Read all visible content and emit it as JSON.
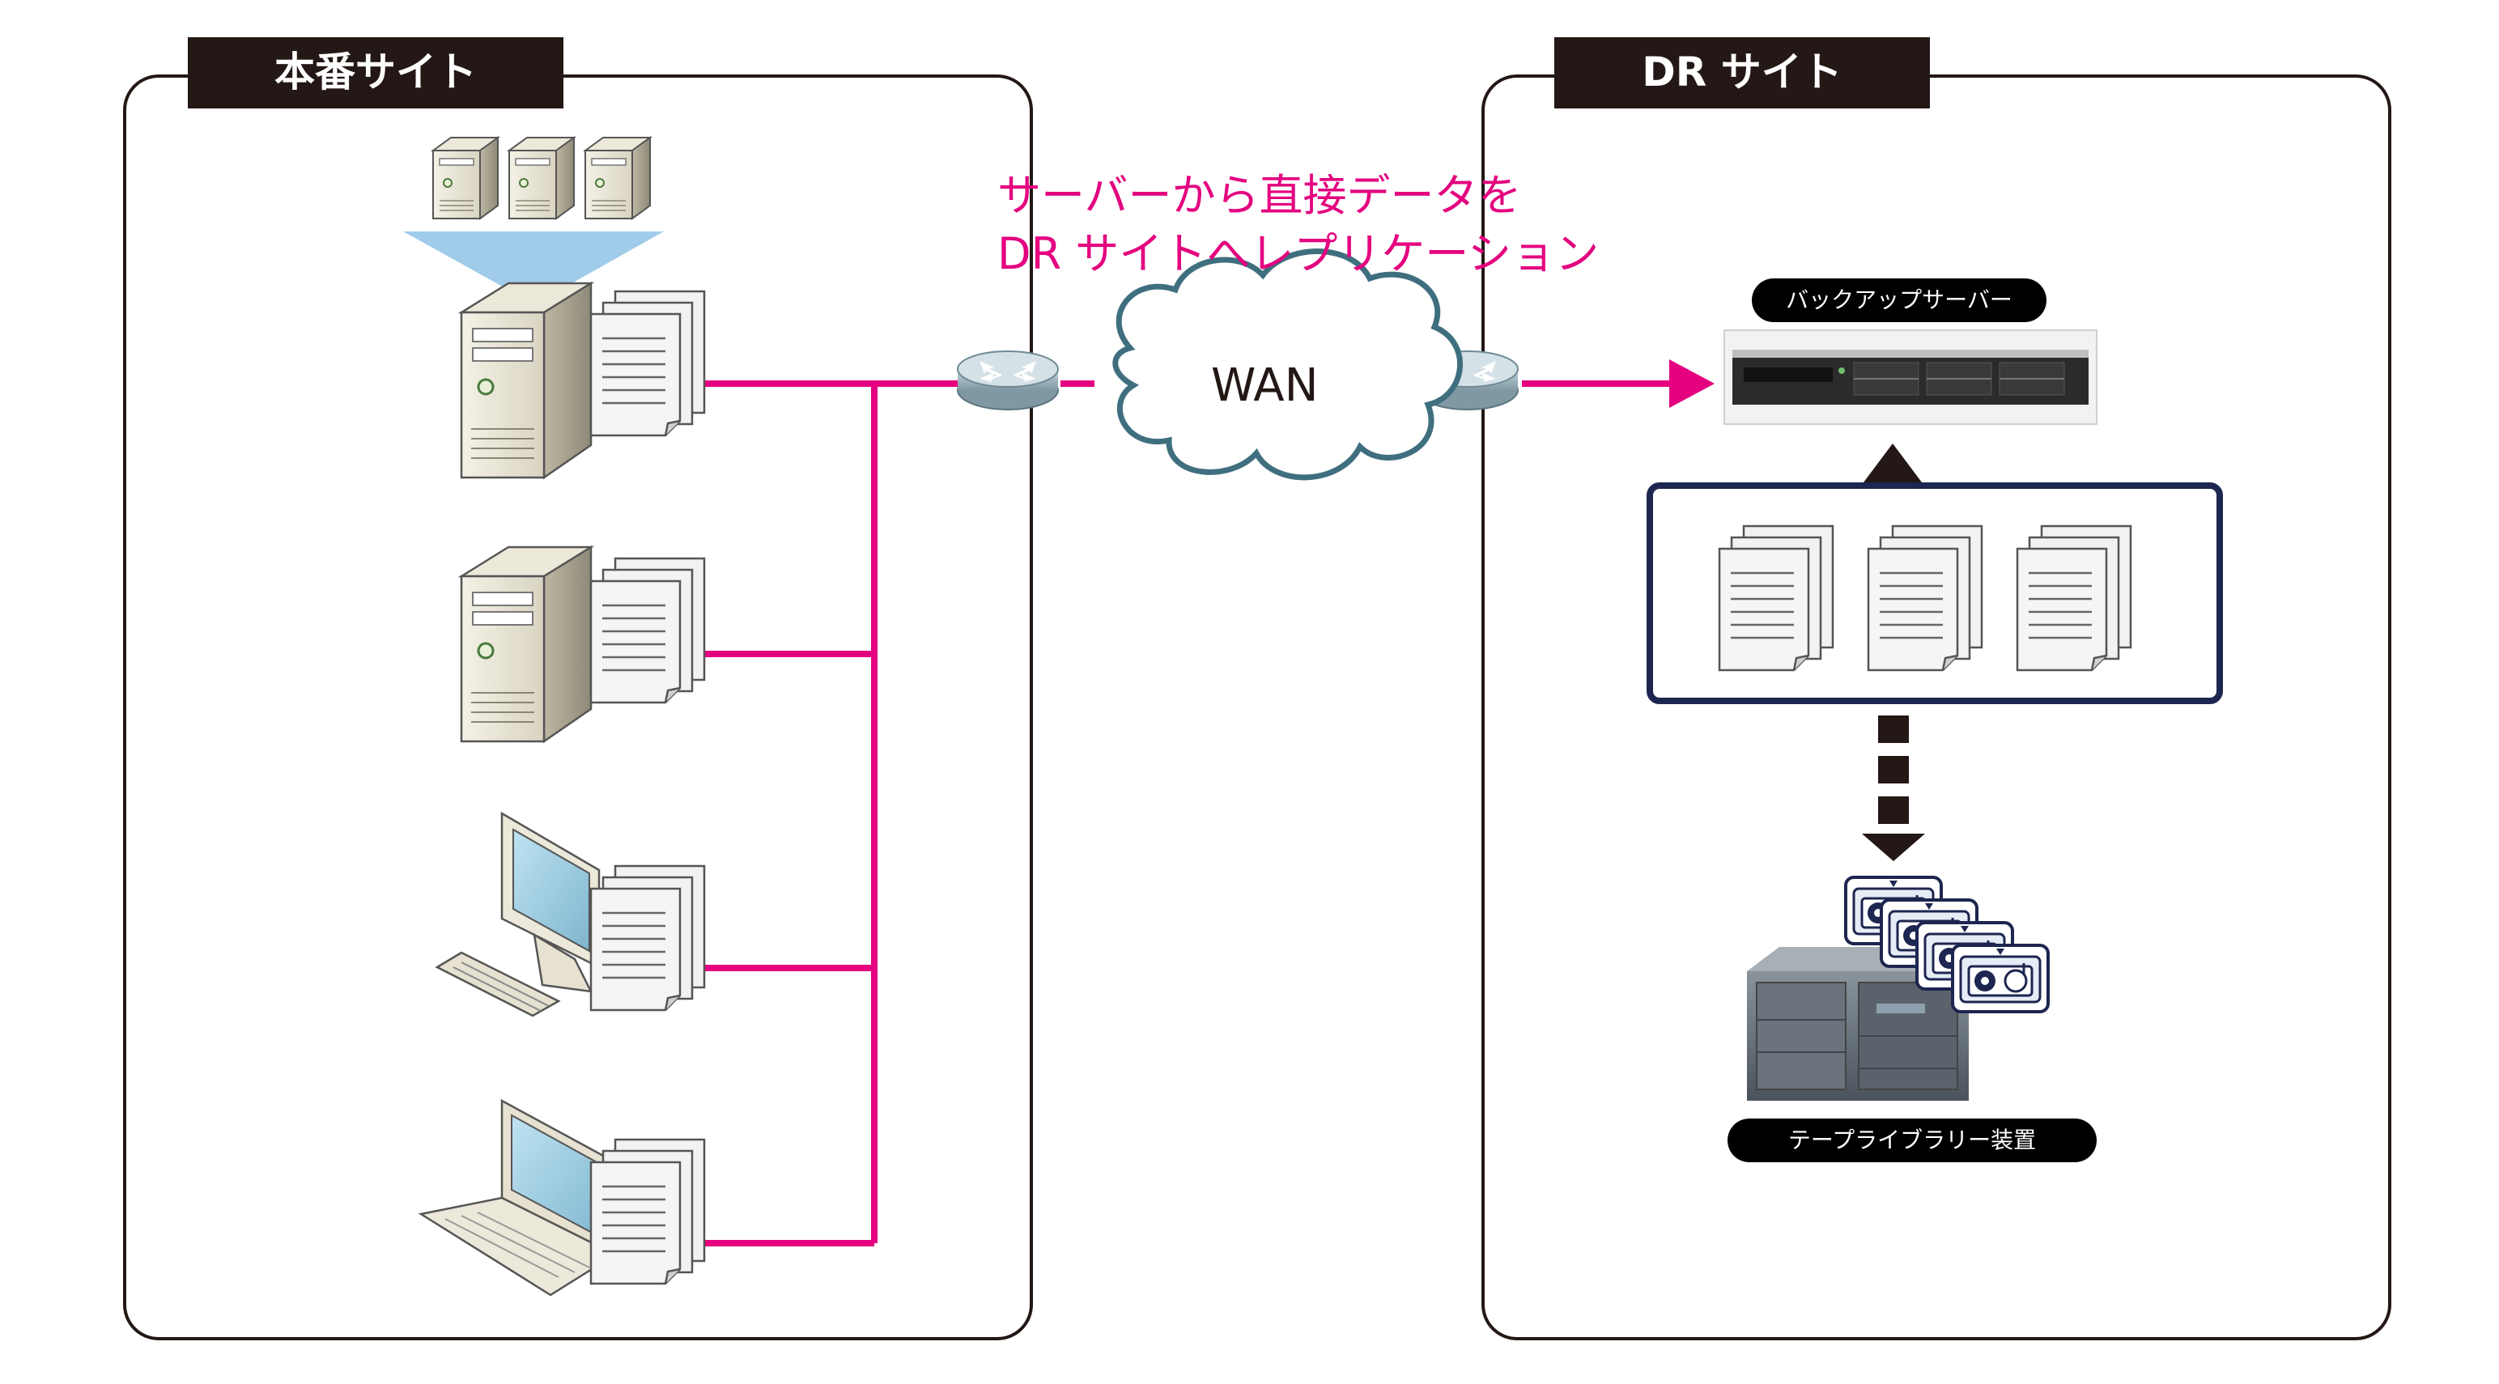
{
  "colors": {
    "link": "#e4007f",
    "frame": "#231815",
    "cloud_stroke": "#3f6f7f",
    "storage_frame": "#1d2650"
  },
  "production_site": {
    "title": "本番サイト"
  },
  "dr_site": {
    "title": "DR サイト"
  },
  "replication_caption": {
    "line1": "サーバーから直接データを",
    "line2": "DR サイトへレプリケーション"
  },
  "wan": {
    "label": "WAN"
  },
  "backup_server": {
    "label": "バックアップサーバー"
  },
  "tape_library": {
    "label": "テープライブラリー装置"
  },
  "icons": [
    "server-icon",
    "pc-icon",
    "laptop-icon",
    "document-icon",
    "router-icon",
    "cloud-icon",
    "rack-server-icon",
    "tape-icon",
    "tape-library-icon"
  ]
}
